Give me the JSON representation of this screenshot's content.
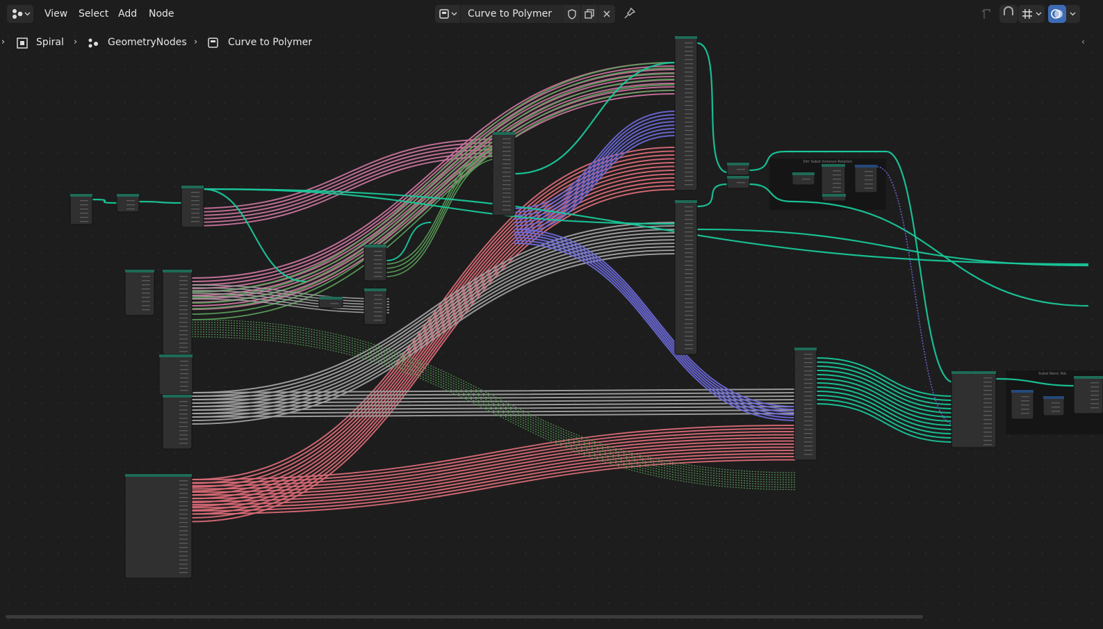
{
  "menu": {
    "items": [
      "View",
      "Select",
      "Add",
      "Node"
    ]
  },
  "tree": {
    "name": "Curve to Polymer"
  },
  "breadcrumb": {
    "object": "Spiral",
    "modifier": "GeometryNodes",
    "tree": "Curve to Polymer"
  },
  "frames": {
    "frame_a": "Dirr Subst Instance Rotation",
    "frame_b": "Subst Rend. Rot."
  },
  "colors": {
    "background": "#1d1d1d",
    "geometry_link": "#19c79a",
    "float_link": "#a1a1a1",
    "vector_link": "#6b68d6",
    "color_link": "#c7739c",
    "rotation_link": "#d96a76",
    "int_link": "#5a9e5a",
    "string_link": "#e0a0e0",
    "node_header_green": "#1e6b57",
    "node_header_blue": "#25497a"
  },
  "icons": {
    "editor_type": "node-editor-icon",
    "tree_type": "node-tree-icon",
    "fake_user": "shield-icon",
    "duplicate": "duplicate-icon",
    "unlink": "close-icon",
    "pin": "pin-icon",
    "parent": "parent-node-icon",
    "snap": "snap-icon",
    "overlay": "overlay-icon"
  }
}
